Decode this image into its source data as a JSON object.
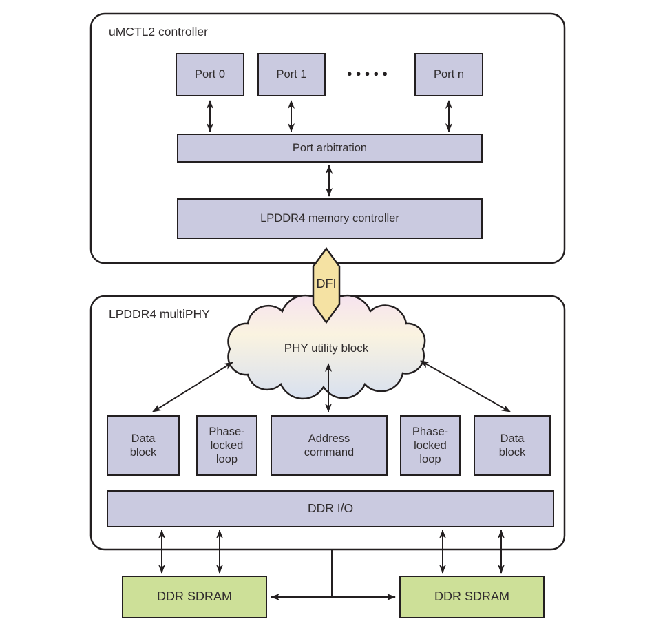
{
  "diagram": {
    "controller": {
      "title": "uMCTL2 controller",
      "port0": "Port 0",
      "port1": "Port 1",
      "portn": "Port n",
      "ports_ellipsis": "●●●●●",
      "arbitration": "Port arbitration",
      "memory_controller": "LPDDR4 memory controller"
    },
    "dfi_label": "DFI",
    "phy": {
      "title": "LPDDR4 multiPHY",
      "cloud": "PHY utility block",
      "data_block_left": "Data block",
      "pll_left": "Phase-locked loop",
      "address_command": "Address command",
      "pll_right": "Phase-locked loop",
      "data_block_right": "Data block",
      "ddr_io": "DDR I/O"
    },
    "sdram_left": "DDR SDRAM",
    "sdram_right": "DDR SDRAM",
    "colors": {
      "block_fill": "#cacae0",
      "sdram_fill": "#cde098",
      "dfi_fill": "#f5e2a3",
      "stroke": "#231f20",
      "text": "#312d2e",
      "cloud_top": "#f6e3ef",
      "cloud_mid": "#faf3e0",
      "cloud_bottom": "#d8e0ef"
    }
  }
}
